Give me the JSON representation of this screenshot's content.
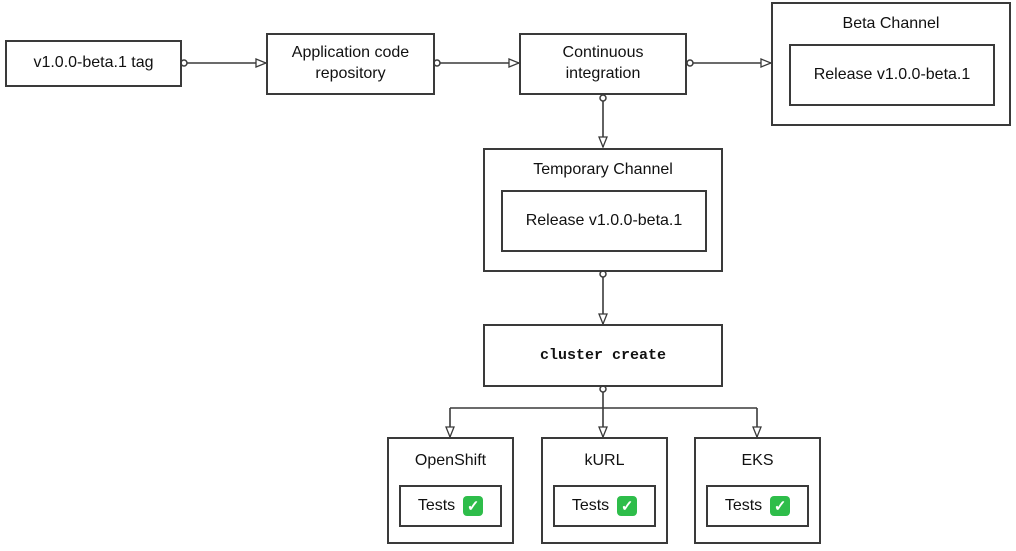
{
  "nodes": {
    "tag": "v1.0.0-beta.1 tag",
    "repo": "Application code\nrepository",
    "ci": "Continuous\nintegration",
    "cluster_create": "cluster create"
  },
  "beta_channel": {
    "title": "Beta Channel",
    "release": "Release v1.0.0-beta.1"
  },
  "temp_channel": {
    "title": "Temporary Channel",
    "release": "Release v1.0.0-beta.1"
  },
  "clusters": [
    {
      "title": "OpenShift",
      "tests_label": "Tests",
      "status_icon": "check-mark-icon"
    },
    {
      "title": "kURL",
      "tests_label": "Tests",
      "status_icon": "check-mark-icon"
    },
    {
      "title": "EKS",
      "tests_label": "Tests",
      "status_icon": "check-mark-icon"
    }
  ],
  "colors": {
    "line": "#3a3a3a",
    "check": "#2ebd4a"
  }
}
